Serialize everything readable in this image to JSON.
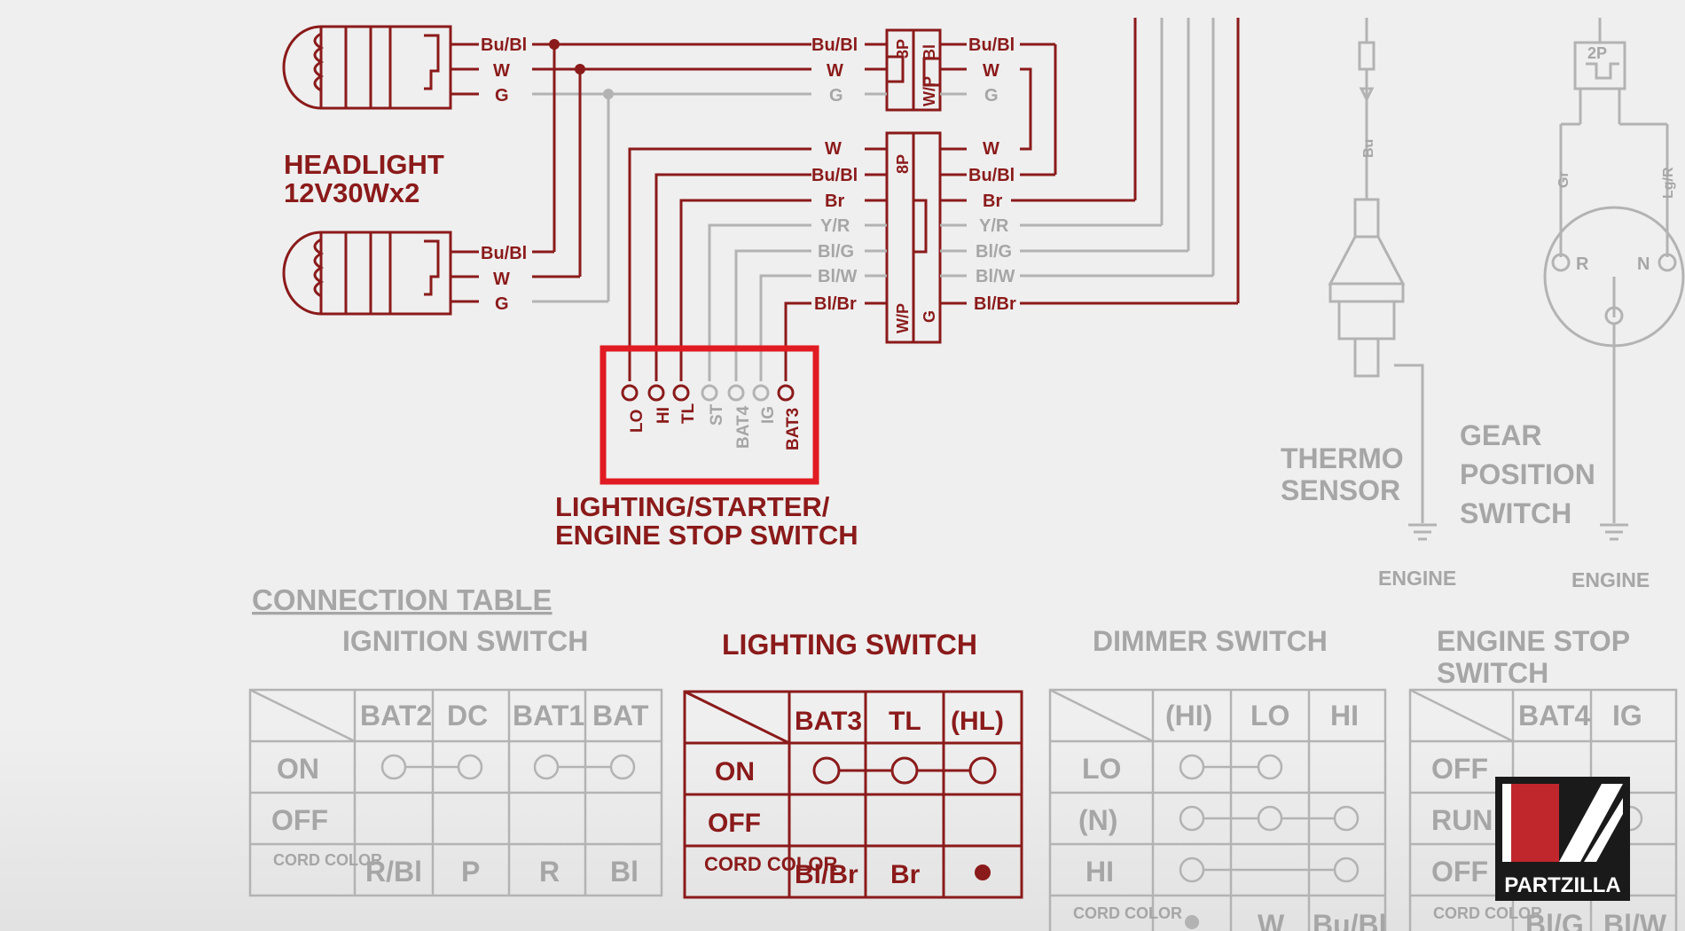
{
  "colors": {
    "accent": "#8b1a1a",
    "accent_dark": "#7a1515",
    "highlight_box": "#e11b22",
    "faded": "#b3b3b3",
    "faded_text": "#a6a6a6",
    "background": "#efefef",
    "logo_bg": "#1a1a1a",
    "logo_red": "#c0272d"
  },
  "headlight": {
    "label_line1": "HEADLIGHT",
    "label_line2": "12V30Wx2",
    "upper_wires": [
      "Bu/Bl",
      "W",
      "G"
    ],
    "lower_wires": [
      "Bu/Bl",
      "W",
      "G"
    ]
  },
  "connector_3p": {
    "label": "3P",
    "side_label1": "W/P",
    "side_label2": "Bl",
    "left_wires": [
      "Bu/Bl",
      "W",
      "G"
    ],
    "right_wires": [
      "Bu/Bl",
      "W",
      "G"
    ]
  },
  "connector_8p": {
    "label": "8P",
    "side_label1": "W/P",
    "side_label2": "G",
    "left_wires": [
      "W",
      "Bu/Bl",
      "Br",
      "Y/R",
      "Bl/G",
      "Bl/W",
      "Bl/Br"
    ],
    "right_wires": [
      "W",
      "Bu/Bl",
      "Br",
      "Y/R",
      "Bl/G",
      "Bl/W",
      "Bl/Br"
    ]
  },
  "switch": {
    "terminals": [
      "LO",
      "HI",
      "TL",
      "ST",
      "BAT4",
      "IG",
      "BAT3"
    ],
    "label_line1": "LIGHTING/STARTER/",
    "label_line2": "ENGINE STOP SWITCH"
  },
  "thermo_sensor": {
    "wire": "Bu",
    "label_line1": "THERMO",
    "label_line2": "SENSOR",
    "ground_label": "ENGINE"
  },
  "gear_switch": {
    "connector": "2P",
    "wires": [
      "Gr",
      "Lg/R"
    ],
    "terminals": [
      "R",
      "N"
    ],
    "label_line1": "GEAR",
    "label_line2": "POSITION",
    "label_line3": "SWITCH",
    "ground_label": "ENGINE"
  },
  "connection_table_title": "CONNECTION TABLE",
  "ignition_switch": {
    "title": "IGNITION SWITCH",
    "columns": [
      "BAT2",
      "DC",
      "BAT1",
      "BAT"
    ],
    "rows": [
      "ON",
      "OFF",
      "CORD COLOR"
    ],
    "cord_colors": [
      "R/Bl",
      "P",
      "R",
      "Bl"
    ]
  },
  "lighting_switch": {
    "title": "LIGHTING SWITCH",
    "columns": [
      "BAT3",
      "TL",
      "(HL)"
    ],
    "rows": [
      "ON",
      "OFF",
      "CORD COLOR"
    ],
    "cord_colors": [
      "Bl/Br",
      "Br"
    ]
  },
  "dimmer_switch": {
    "title": "DIMMER SWITCH",
    "columns": [
      "(HI)",
      "LO",
      "HI"
    ],
    "rows": [
      "LO",
      "(N)",
      "HI",
      "CORD COLOR"
    ],
    "cord_colors": [
      "W",
      "Bu/Bl"
    ]
  },
  "engine_stop_switch": {
    "title_line1": "ENGINE STOP",
    "title_line2": "SWITCH",
    "columns": [
      "BAT4",
      "IG"
    ],
    "rows": [
      "OFF",
      "RUN",
      "OFF",
      "CORD COLOR"
    ],
    "cord_colors": [
      "Bl/G",
      "Bl/W"
    ]
  },
  "logo": {
    "text": "PARTZILLA"
  }
}
